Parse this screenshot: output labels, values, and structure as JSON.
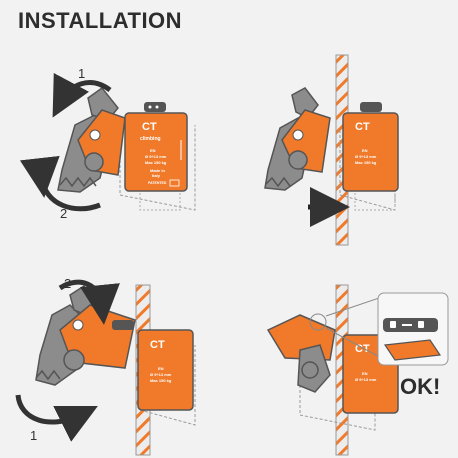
{
  "header": {
    "title": "INSTALLATION"
  },
  "panels": [
    {
      "step_top": "1",
      "step_bottom": "2"
    },
    {},
    {
      "step_top": "2",
      "step_bottom": "1"
    },
    {
      "result_label": "OK!"
    }
  ],
  "device": {
    "brand": "CT",
    "brand_word": "climbing",
    "label_lines": [
      "EN",
      "Ø 9÷13 mm",
      "Max 150 kg",
      "Made in",
      "Italy",
      "PATENTED"
    ]
  },
  "colors": {
    "accent": "#f07a2a",
    "metal": "#8c8c8c",
    "outline": "#555555",
    "rope": "#e9e9e9",
    "rope_pattern": "#f07a2a"
  },
  "icons": [
    "rotate-arrow-icon",
    "insert-arrow-icon",
    "lock-icon",
    "unlock-icon",
    "zoom-callout-icon"
  ]
}
